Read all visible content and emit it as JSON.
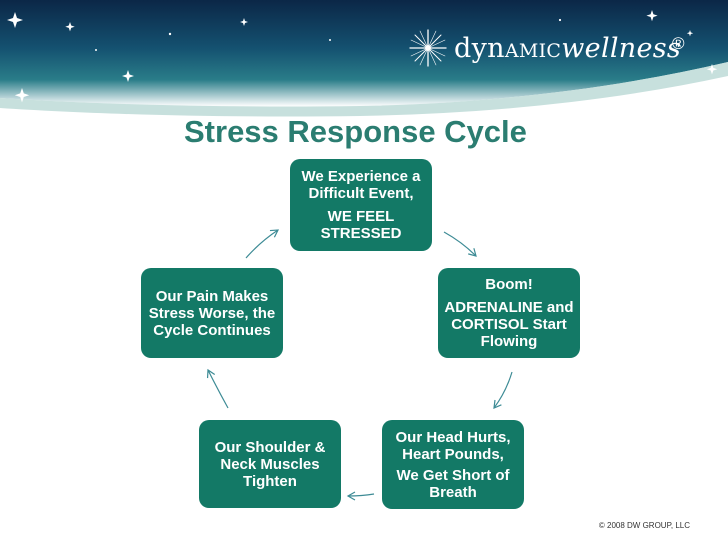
{
  "brand": {
    "text_main": "dyn",
    "text_caps": "amic",
    "text_italic": "wellness",
    "registered": "®"
  },
  "title": "Stress Response Cycle",
  "nodes": [
    {
      "line1": "We Experience a Difficult Event,",
      "line2": "WE FEEL STRESSED"
    },
    {
      "line1": "Boom!",
      "line2": "ADRENALINE and CORTISOL Start Flowing"
    },
    {
      "line1": "Our Head Hurts, Heart Pounds,",
      "line2": "We Get Short of Breath"
    },
    {
      "line1": "Our Shoulder & Neck Muscles Tighten",
      "line2": ""
    },
    {
      "line1": "Our Pain Makes Stress Worse, the Cycle Continues",
      "line2": ""
    }
  ],
  "copyright": "© 2008 DW GROUP, LLC",
  "colors": {
    "node_fill": "#137966",
    "title": "#2b7d71",
    "banner_dark": "#0c2a4e",
    "banner_mid": "#1f6c80",
    "banner_light": "#c9e1de",
    "arrow": "#3d8b95"
  },
  "icons": [
    "star-burst-logo-icon",
    "sparkle-star-icon"
  ]
}
